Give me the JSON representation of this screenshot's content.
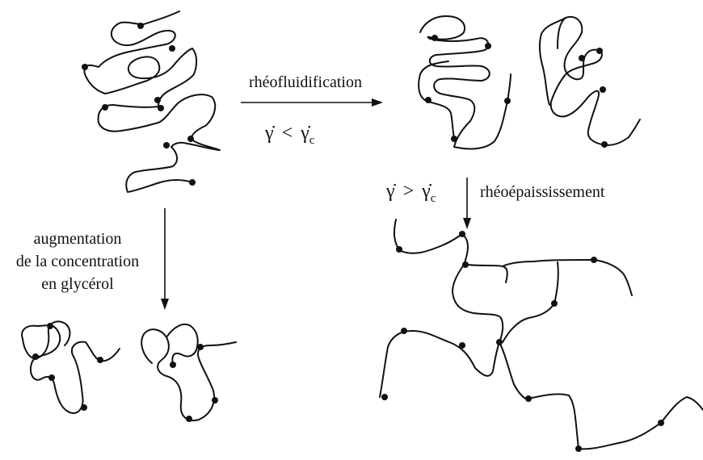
{
  "labels": {
    "shear_thinning": "rhéofluidification",
    "thinning_condition": {
      "symbol": "γ̇",
      "relation": "<",
      "critical": "γ̇",
      "subscript": "c"
    },
    "thickening_condition": {
      "symbol": "γ̇",
      "relation": ">",
      "critical": "γ̇",
      "subscript": "c"
    },
    "shear_thickening": "rhéoépaississement",
    "glycerol_line1": "augmentation",
    "glycerol_line2": "de la concentration",
    "glycerol_line3": "en glycérol"
  },
  "colors": {
    "ink": "#111111",
    "background": "#ffffff"
  }
}
